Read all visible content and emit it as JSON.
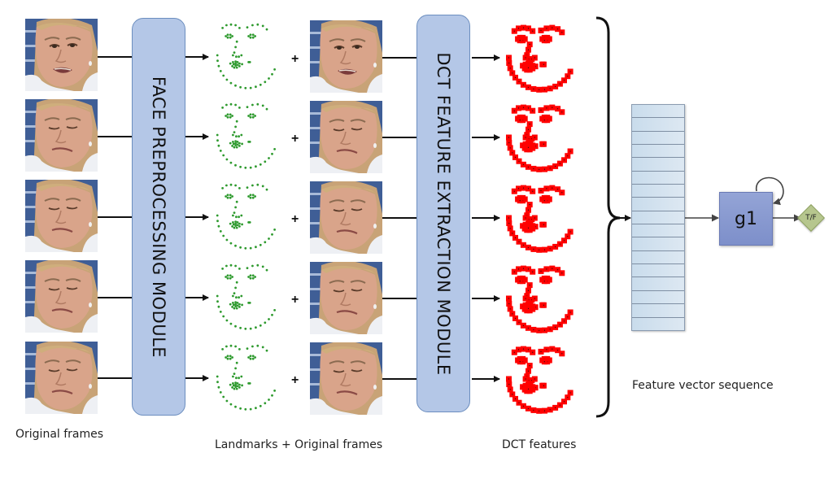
{
  "diagram": {
    "title": "Deepfake detection pipeline",
    "modules": {
      "face_preprocessing": "FACE PREPROCESSING MODULE",
      "dct_feature_extraction": "DCT FEATURE EXTRACTION MODULE"
    },
    "plus_sign": "+",
    "recurrent_unit": "g1",
    "output": "T/F",
    "frame_count": 5,
    "feature_vector_cells": 17,
    "frames": [
      {
        "eyes": "open",
        "mouth": "open"
      },
      {
        "eyes": "closed",
        "mouth": "closed"
      },
      {
        "eyes": "closed",
        "mouth": "closed"
      },
      {
        "eyes": "closed",
        "mouth": "closed"
      },
      {
        "eyes": "closed",
        "mouth": "closed"
      }
    ],
    "captions": {
      "original_frames": "Original frames",
      "landmarks_plus_frames": "Landmarks + Original frames",
      "dct_features": "DCT features",
      "feature_vector_sequence": "Feature vector sequence"
    },
    "colors": {
      "module_fill": "#b4c7e7",
      "module_border": "#6c8ebf",
      "landmark_dot": "#2e9a2e",
      "dct_block": "#ff0000",
      "feature_vector_fill": "#d3e2ef",
      "g1_fill": "#8797cf",
      "output_fill": "#b6c68e",
      "photo_background": "#3f5e96"
    },
    "icons": {
      "frame": "face-photo",
      "landmarks": "landmark-dots",
      "dct": "dct-blocks",
      "recurrence": "self-loop-arrow"
    }
  }
}
